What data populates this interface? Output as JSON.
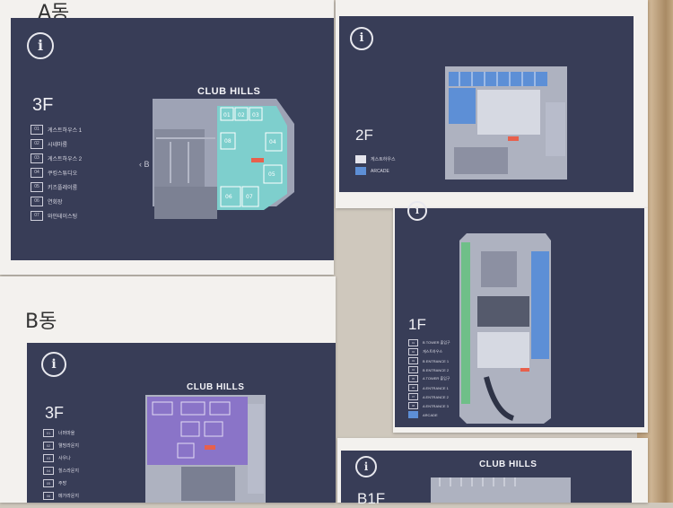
{
  "handwritten": {
    "a_building": "A동",
    "b_building": "B동"
  },
  "a3f": {
    "title": "CLUB HILLS",
    "floor": "3F",
    "direction_mark": "‹ B",
    "legend": [
      {
        "num": "01",
        "label": "게스트하우스 1"
      },
      {
        "num": "02",
        "label": "시네마룸"
      },
      {
        "num": "03",
        "label": "게스트하우스 2"
      },
      {
        "num": "04",
        "label": "쿠킹스튜디오"
      },
      {
        "num": "05",
        "label": "키즈플레이룸"
      },
      {
        "num": "06",
        "label": "연회장"
      },
      {
        "num": "07",
        "label": "와인테이스팅"
      }
    ],
    "room_numbers": [
      "01",
      "02",
      "03",
      "04",
      "05",
      "06",
      "07",
      "08"
    ]
  },
  "a2f": {
    "floor": "2F",
    "legend": [
      {
        "label": "게스트하우스"
      },
      {
        "label": "ARCADE"
      }
    ]
  },
  "a1f": {
    "floor": "1F",
    "legend": [
      {
        "num": "01",
        "label": "B TOWER 출입구"
      },
      {
        "num": "02",
        "label": "게스트하우스"
      },
      {
        "num": "03",
        "label": "B ENTRANCE 1"
      },
      {
        "num": "04",
        "label": "B ENTRANCE 2"
      },
      {
        "num": "05",
        "label": "A TOWER 출입구"
      },
      {
        "num": "06",
        "label": "A ENTRANCE 1"
      },
      {
        "num": "07",
        "label": "A ENTRANCE 2"
      },
      {
        "num": "08",
        "label": "A ENTRANCE 3"
      },
      {
        "num": "",
        "label": "ARCADE"
      }
    ]
  },
  "b3f": {
    "title": "CLUB HILLS",
    "floor": "3F",
    "legend": [
      {
        "num": "01",
        "label": "너머마을"
      },
      {
        "num": "02",
        "label": "웰빙라운지"
      },
      {
        "num": "03",
        "label": "사우나"
      },
      {
        "num": "04",
        "label": "힐스라운지"
      },
      {
        "num": "05",
        "label": "주방"
      },
      {
        "num": "06",
        "label": "메가라운지"
      }
    ]
  },
  "b1f": {
    "title": "CLUB HILLS",
    "floor": "B1F"
  },
  "icon_glyph": "i",
  "colors": {
    "panel": "#383d57",
    "teal": "#7ecfcd",
    "blue": "#5d8fd6",
    "purple": "#8a74c8",
    "gray": "#9ea3b5"
  }
}
